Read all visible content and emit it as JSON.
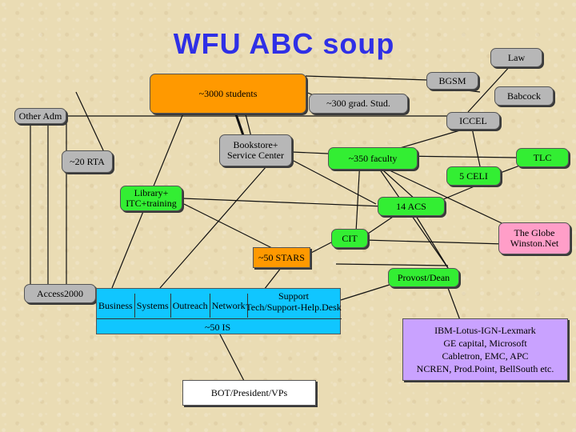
{
  "title": "WFU ABC soup",
  "nodes": {
    "law": "Law",
    "bgsm": "BGSM",
    "babcock": "Babcock",
    "students": "~3000 students",
    "grad": "~300 grad. Stud.",
    "otheradm": "Other Adm",
    "iccel": "ICCEL",
    "bookstore": "Bookstore+\nService Center",
    "rta": "~20 RTA",
    "faculty": "~350 faculty",
    "tlc": "TLC",
    "celi": "5 CELI",
    "library": "Library+\nITC+training",
    "acs": "14 ACS",
    "cit": "CIT",
    "globe": "The Globe\nWinston.Net",
    "stars": "~50 STARS",
    "provost": "Provost/Dean",
    "access": "Access2000",
    "is_cells": [
      "Business",
      "Systems",
      "Outreach",
      "Network"
    ],
    "support": "Support\nTech/Support-Help.Desk",
    "is": "~50 IS",
    "vendors": "IBM-Lotus-IGN-Lexmark\nGE capital, Microsoft\nCabletron, EMC, APC\nNCREN, Prod.Point, BellSouth etc.",
    "bot": "BOT/President/VPs"
  },
  "colors": {
    "title": "#2f2fe6",
    "students": "#ff9900",
    "stars": "#ff9900",
    "gray_node": "#b7b7b7",
    "green_node": "#33ee33",
    "is_bar": "#10c6ff",
    "globe": "#ff9ec8",
    "vendors": "#c9a2ff",
    "background": "#eadcb4"
  }
}
